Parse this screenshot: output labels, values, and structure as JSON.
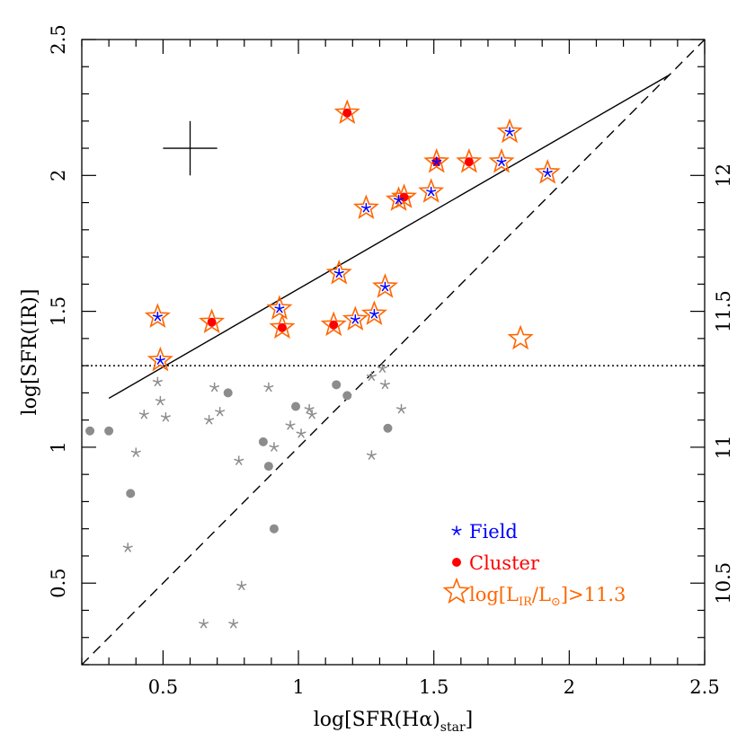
{
  "chart_data": {
    "type": "scatter",
    "title": "",
    "xlabel": "log[SFR(Hα)",
    "xlabel_sub": "star",
    "xlabel_close": "]",
    "ylabel": "log[SFR(IR)]",
    "xlim": [
      0.2,
      2.5
    ],
    "ylim": [
      0.2,
      2.5
    ],
    "x_ticks": [
      "0.5",
      "1",
      "1.5",
      "2",
      "2.5"
    ],
    "x_tick_values": [
      0.5,
      1,
      1.5,
      2,
      2.5
    ],
    "y_ticks": [
      "0.5",
      "1",
      "1.5",
      "2",
      "2.5"
    ],
    "y_tick_values": [
      0.5,
      1,
      1.5,
      2,
      2.5
    ],
    "right_axis": {
      "label": "",
      "ticks": [
        "10.5",
        "11",
        "11.5",
        "12"
      ],
      "tick_values": [
        10.5,
        11,
        11.5,
        12
      ],
      "offset": 10
    },
    "grid": false,
    "legend_position": "bottom-right",
    "colors": {
      "field": "#0000ff",
      "cluster": "#ff0000",
      "lir": "#ff6600",
      "gray": "#8c8c8c",
      "axis": "#000000"
    },
    "series": [
      {
        "name": "Field",
        "marker": "star",
        "x": [
          0.48,
          0.49,
          0.93,
          1.15,
          1.21,
          1.25,
          1.28,
          1.32,
          1.37,
          1.49,
          1.51,
          1.75,
          1.78,
          1.92
        ],
        "y": [
          1.48,
          1.32,
          1.51,
          1.64,
          1.47,
          1.88,
          1.49,
          1.59,
          1.91,
          1.94,
          2.05,
          2.05,
          2.16,
          2.01
        ]
      },
      {
        "name": "Cluster",
        "marker": "dot",
        "x": [
          0.68,
          0.94,
          1.13,
          1.18,
          1.39,
          1.51,
          1.63
        ],
        "y": [
          1.46,
          1.44,
          1.45,
          2.23,
          1.92,
          2.05,
          2.05
        ]
      },
      {
        "name": "log[L_IR/L_sun]>11.3",
        "marker": "open-star",
        "x": [
          0.48,
          0.49,
          0.68,
          0.93,
          0.94,
          1.13,
          1.15,
          1.18,
          1.21,
          1.25,
          1.28,
          1.32,
          1.37,
          1.39,
          1.49,
          1.51,
          1.63,
          1.75,
          1.78,
          1.82,
          1.92
        ],
        "y": [
          1.48,
          1.32,
          1.46,
          1.51,
          1.44,
          1.45,
          1.64,
          2.23,
          1.47,
          1.88,
          1.49,
          1.59,
          1.91,
          1.92,
          1.94,
          2.05,
          2.05,
          2.05,
          2.16,
          1.4,
          2.01
        ]
      },
      {
        "marker": "gray-star",
        "x": [
          0.37,
          0.4,
          0.43,
          0.48,
          0.49,
          0.51,
          0.65,
          0.67,
          0.69,
          0.71,
          0.76,
          0.78,
          0.79,
          0.89,
          0.91,
          0.97,
          1.01,
          1.04,
          1.05,
          1.27,
          1.27,
          1.31,
          1.32,
          1.38
        ],
        "y": [
          0.63,
          0.98,
          1.12,
          1.24,
          1.17,
          1.11,
          0.35,
          1.1,
          1.22,
          1.13,
          0.35,
          0.95,
          0.49,
          1.22,
          1.0,
          1.08,
          1.05,
          1.14,
          1.12,
          0.97,
          1.26,
          1.29,
          1.23,
          1.14
        ]
      },
      {
        "marker": "gray-dot",
        "x": [
          0.23,
          0.3,
          0.38,
          0.74,
          0.87,
          0.89,
          0.91,
          0.99,
          1.14,
          1.18,
          1.33
        ],
        "y": [
          1.06,
          1.06,
          0.83,
          1.2,
          1.02,
          0.93,
          0.7,
          1.15,
          1.23,
          1.19,
          1.07
        ]
      }
    ],
    "lines": [
      {
        "style": "solid",
        "x": [
          0.3,
          2.37
        ],
        "y": [
          1.18,
          2.37
        ]
      },
      {
        "style": "dashed",
        "x": [
          0.2,
          2.5
        ],
        "y": [
          0.2,
          2.5
        ]
      },
      {
        "style": "dotted",
        "x": [
          0.2,
          2.5
        ],
        "y": [
          1.3,
          1.3
        ]
      }
    ],
    "error_bar": {
      "x": 0.6,
      "y": 2.1,
      "xerr": 0.1,
      "yerr": 0.1
    },
    "legend": {
      "entries": [
        {
          "text": "Field",
          "marker": "star",
          "color": "#0000ff"
        },
        {
          "text": "Cluster",
          "marker": "dot",
          "color": "#ff0000"
        },
        {
          "text_prefix": "log[L",
          "text_sub1": "IR",
          "text_mid": "/L",
          "text_sub2": "⊙",
          "text_suffix": "]>11.3",
          "marker": "open-star",
          "color": "#ff6600"
        }
      ]
    }
  }
}
